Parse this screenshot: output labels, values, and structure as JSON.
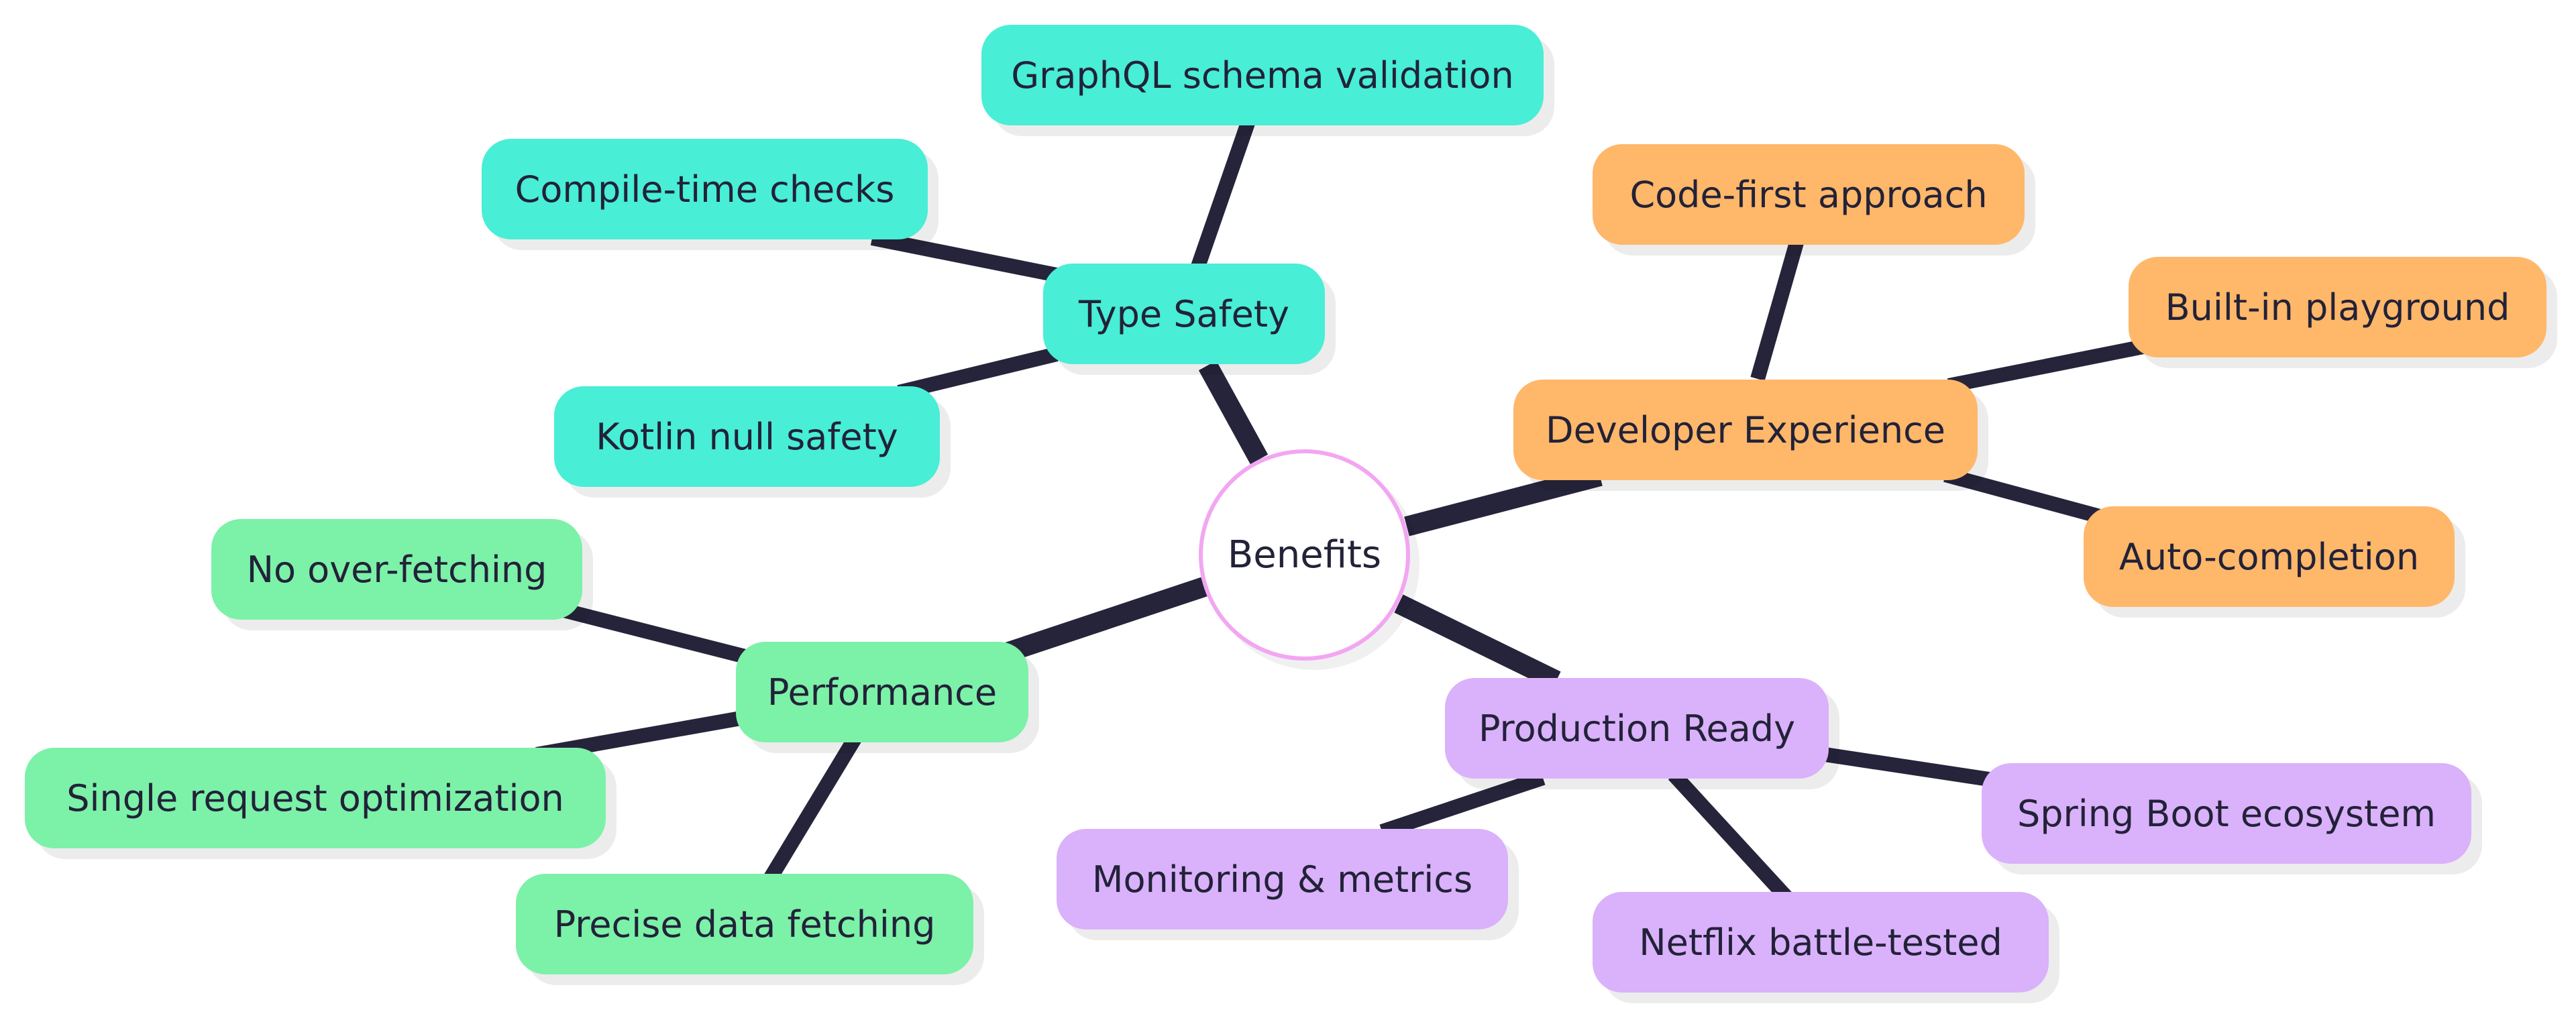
{
  "diagram": {
    "center": "Benefits",
    "branches": [
      {
        "label": "Type Safety",
        "color": "#48eed5",
        "children": [
          "GraphQL schema validation",
          "Compile-time checks",
          "Kotlin null safety"
        ]
      },
      {
        "label": "Developer Experience",
        "color": "#ffb76a",
        "children": [
          "Code-first approach",
          "Built-in playground",
          "Auto-completion"
        ]
      },
      {
        "label": "Production Ready",
        "color": "#dab1fb",
        "children": [
          "Spring Boot ecosystem",
          "Monitoring & metrics",
          "Netflix battle-tested"
        ]
      },
      {
        "label": "Performance",
        "color": "#7cf1a8",
        "children": [
          "No over-fetching",
          "Single request optimization",
          "Precise data fetching"
        ]
      }
    ],
    "edge_color": "#26243b",
    "center_border_color": "#f2a6f2"
  }
}
